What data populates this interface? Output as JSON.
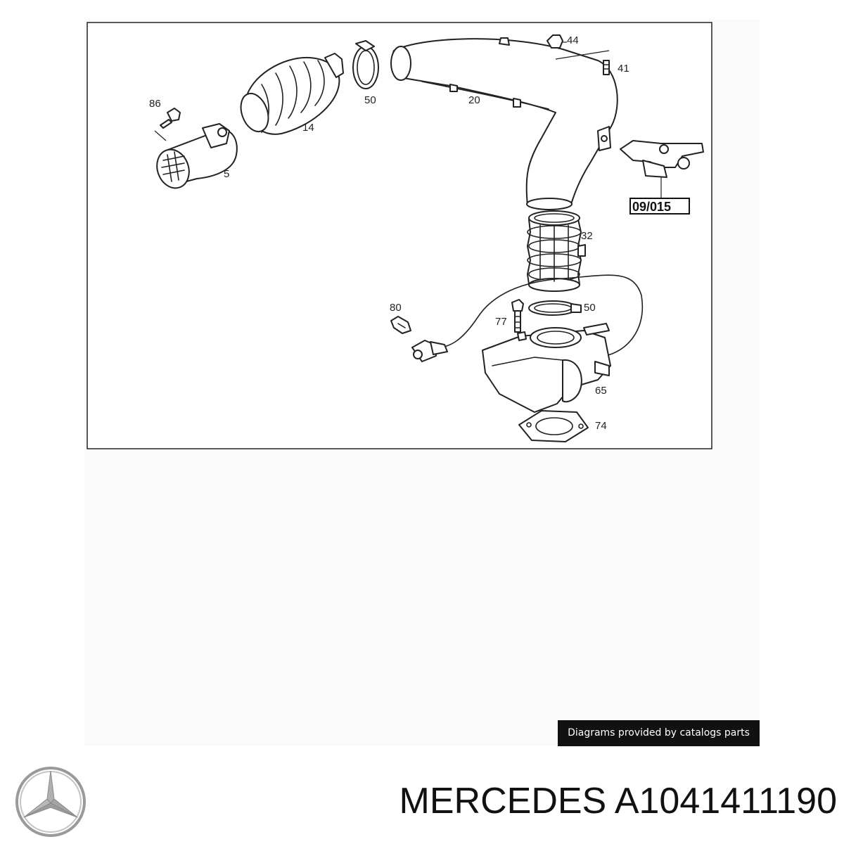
{
  "diagram": {
    "callouts": {
      "c44": "44",
      "c41": "41",
      "c20": "20",
      "c50a": "50",
      "c86": "86",
      "c14": "14",
      "c5": "5",
      "c09015": "09/015",
      "c32": "32",
      "c80": "80",
      "c77": "77",
      "c50b": "50",
      "c65": "65",
      "c74": "74"
    }
  },
  "credit": {
    "text": "Diagrams provided by catalogs parts"
  },
  "title": {
    "brand": "MERCEDES",
    "part_number": "A1041411190"
  },
  "icons": {
    "logo": "mercedes-star-icon"
  },
  "colors": {
    "ink": "#222222",
    "badge_bg": "#111111",
    "badge_fg": "#ffffff",
    "logo": "#9a9a9a"
  }
}
